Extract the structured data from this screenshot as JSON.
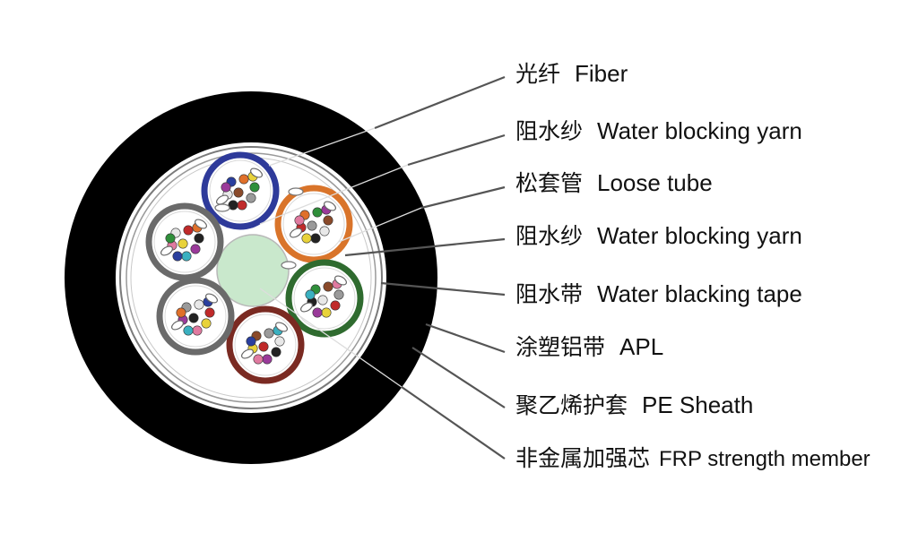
{
  "colors": {
    "background": "#ffffff",
    "sheath": "#000000",
    "strength_member": "#c9e8cc",
    "tube_blue": "#2e3a9a",
    "tube_orange": "#d9742a",
    "tube_green": "#2f6b2f",
    "tube_red": "#7a2a22",
    "tube_grey": "#6a6a6a",
    "leader_line": "#555555"
  },
  "labels": [
    {
      "cn": "光纤",
      "en": "Fiber"
    },
    {
      "cn": "阻水纱",
      "en": "Water blocking yarn"
    },
    {
      "cn": "松套管",
      "en": "Loose tube"
    },
    {
      "cn": "阻水纱",
      "en": "Water blocking yarn"
    },
    {
      "cn": "阻水带",
      "en": "Water blacking tape"
    },
    {
      "cn": "涂塑铝带",
      "en": "APL"
    },
    {
      "cn": "聚乙烯护套",
      "en": "PE Sheath"
    },
    {
      "cn": "非金属加强芯",
      "en": "FRP strength member"
    }
  ],
  "tubes": [
    {
      "color_key": "tube_blue"
    },
    {
      "color_key": "tube_orange"
    },
    {
      "color_key": "tube_green"
    },
    {
      "color_key": "tube_red"
    },
    {
      "color_key": "tube_grey"
    },
    {
      "color_key": "tube_grey"
    }
  ],
  "fiber_colors": [
    "#2a3f9e",
    "#e0702a",
    "#2f8f3a",
    "#8a4a2a",
    "#9a9a9a",
    "#e8e8e8",
    "#c02a2a",
    "#222222",
    "#e8d23a",
    "#9a3a9a",
    "#e07aa0",
    "#3ab0c0"
  ]
}
